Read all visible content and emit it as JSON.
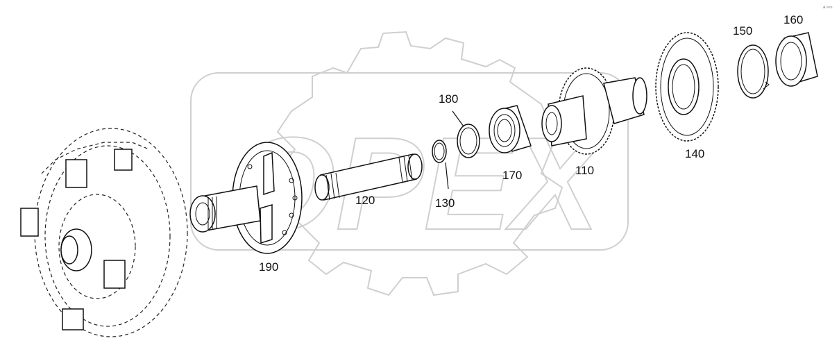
{
  "diagram": {
    "labels": {
      "p180": "180",
      "p150": "150",
      "p160": "160",
      "p140": "140",
      "p110": "110",
      "p170": "170",
      "p120": "120",
      "p130": "130",
      "p190": "190"
    },
    "watermark": {
      "text": "OPEX",
      "color": "#cfcfcf"
    },
    "corner_mark": "a ∞∞",
    "colors": {
      "line": "#111111",
      "background": "#ffffff"
    }
  }
}
